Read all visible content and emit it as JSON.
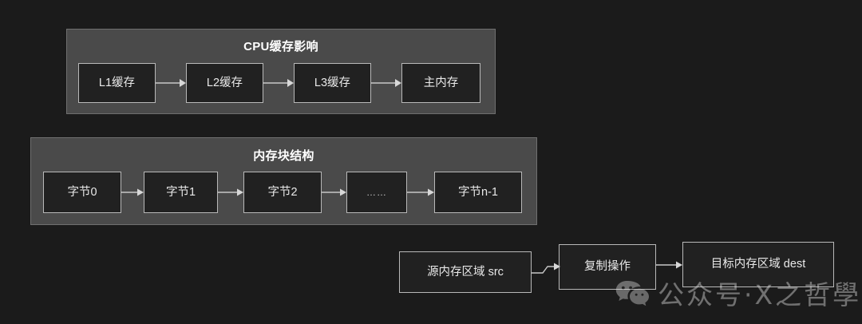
{
  "theme": {
    "page_background": "#1b1b1b",
    "panel_background": "#4a4a4a",
    "panel_border": "#6f6f6f",
    "node_background": "#212121",
    "node_border": "#b9b9b9",
    "text_color": "#e9e9e9",
    "title_color": "#ffffff",
    "arrow_color": "#c8c8c8"
  },
  "diagram": {
    "groups": [
      {
        "id": "cpu-cache",
        "title": "CPU缓存影响",
        "nodes": [
          {
            "label": "L1缓存"
          },
          {
            "label": "L2缓存"
          },
          {
            "label": "L3缓存"
          },
          {
            "label": "主内存"
          }
        ]
      },
      {
        "id": "memory-block",
        "title": "内存块结构",
        "nodes": [
          {
            "label": "字节0"
          },
          {
            "label": "字节1"
          },
          {
            "label": "字节2"
          },
          {
            "label": "……"
          },
          {
            "label": "字节n-1"
          }
        ]
      }
    ],
    "copy_flow": {
      "nodes": [
        {
          "label": "源内存区域 src"
        },
        {
          "label": "复制操作"
        },
        {
          "label": "目标内存区域 dest"
        }
      ]
    }
  },
  "watermark": {
    "text": "公众号·X之哲學",
    "logo_name": "wechat-logo"
  }
}
